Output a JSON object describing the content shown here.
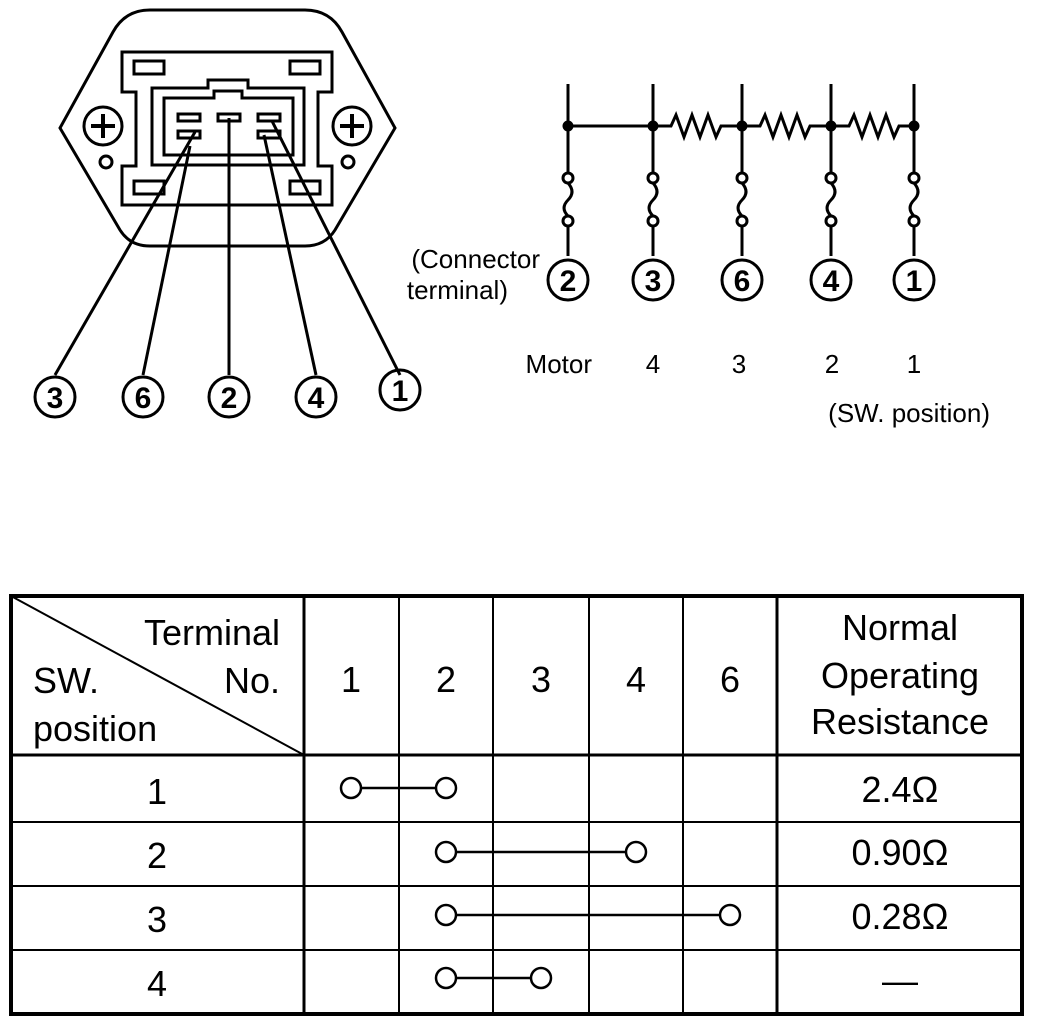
{
  "connector": {
    "pin_labels": [
      "3",
      "6",
      "2",
      "4",
      "1"
    ]
  },
  "schematic": {
    "connector_label_line1": "(Connector",
    "connector_label_line2": "terminal)",
    "terminals": [
      "2",
      "3",
      "6",
      "4",
      "1"
    ],
    "positions_label": "Motor",
    "positions": [
      "4",
      "3",
      "2",
      "1"
    ],
    "sw_position_label": "(SW. position)"
  },
  "table": {
    "corner_terminal": "Terminal",
    "corner_no": "No.",
    "corner_sw": "SW.",
    "corner_position": "position",
    "terminal_columns": [
      "1",
      "2",
      "3",
      "4",
      "6"
    ],
    "resistance_header": [
      "Normal",
      "Operating",
      "Resistance"
    ],
    "rows": [
      {
        "position": "1",
        "connect": [
          "1",
          "2"
        ],
        "resistance": "2.4Ω"
      },
      {
        "position": "2",
        "connect": [
          "2",
          "4"
        ],
        "resistance": "0.90Ω"
      },
      {
        "position": "3",
        "connect": [
          "2",
          "6"
        ],
        "resistance": "0.28Ω"
      },
      {
        "position": "4",
        "connect": [
          "2",
          "3"
        ],
        "resistance": "—"
      }
    ]
  }
}
